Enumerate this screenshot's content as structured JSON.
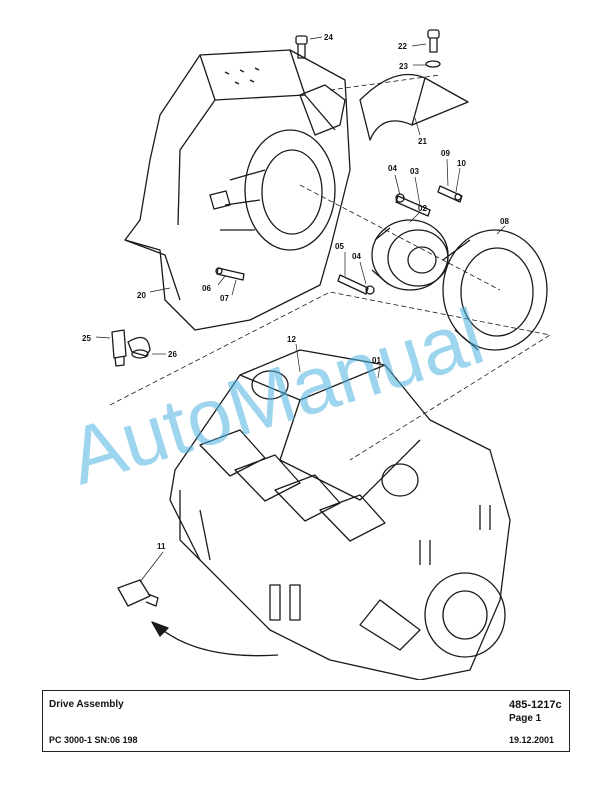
{
  "title_block": {
    "title": "Drive Assembly",
    "document_number": "485-1217c",
    "page": "Page 1",
    "model": "PC 3000-1 SN:06 198",
    "date": "19.12.2001"
  },
  "watermark": {
    "text": "AutoManual",
    "color": "#4fb3e0"
  },
  "callouts": [
    "24",
    "22",
    "23",
    "21",
    "09",
    "10",
    "04",
    "03",
    "02",
    "08",
    "05",
    "04",
    "06",
    "07",
    "20",
    "25",
    "26",
    "12",
    "01",
    "11"
  ]
}
